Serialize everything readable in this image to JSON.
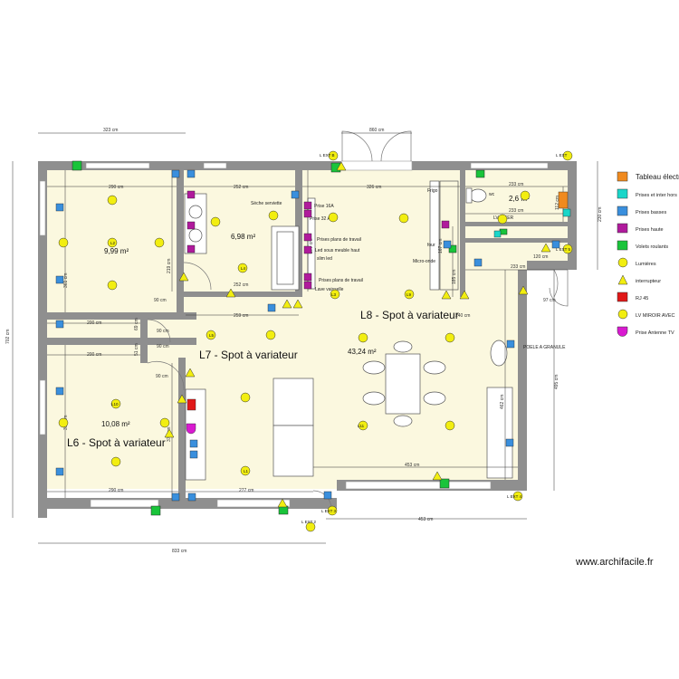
{
  "plan": {
    "dims": {
      "top_left": "323 cm",
      "top_door": "860 cm",
      "left_total": "702 cm",
      "right_total": "495 cm",
      "right_top": "230 cm",
      "bottom_total": "833 cm",
      "bottom_right": "453 cm",
      "r1": "290 cm",
      "r2": "252 cm",
      "r3": "326 cm",
      "r4": "233 cm",
      "r5": "233 cm",
      "r6": "233 cm",
      "r7": "120 cm",
      "r8": "97 cm",
      "h1": "361 cm",
      "h2": "219 cm",
      "h3": "277 cm",
      "h4": "354 cm",
      "h5": "373 cm",
      "h6": "185 cm",
      "h7": "462 cm",
      "h8": "112 cm",
      "h9": "167 cm",
      "w200a": "200 cm",
      "w200b": "200 cm",
      "w90a": "90 cm",
      "w90b": "90 cm",
      "w90c": "90 cm",
      "w90d": "90 cm",
      "w259": "259 cm",
      "w252b": "252 cm",
      "w290b": "290 cm",
      "w277": "277 cm",
      "w453i": "453 cm",
      "w69": "69 cm",
      "w51": "51 cm",
      "w240": "240 cm"
    },
    "rooms": {
      "l6": "L6 - Spot à variateur",
      "l7": "L7 - Spot à variateur",
      "l8": "L8 - Spot à variateur",
      "a1": "9,99 m²",
      "a2": "6,98 m²",
      "a3": "43,24 m²",
      "a4": "10,08 m²",
      "a5": "2,6 m²"
    },
    "labels": {
      "seche": "Sèche serviette",
      "prises_plan1": "Prises plans de travail",
      "prise32": "Prise 32 A",
      "prise16": "Prise 16A",
      "led": "Led sous meuble haut",
      "slim": "slim led",
      "prises_plan2": "Prises plans de travail",
      "lave": "Lave vaisselle",
      "frigo": "Frigo",
      "four": "four",
      "micro": "Micro-onde",
      "poele": "POELE A GRANULE",
      "lv_inter": "LV INTER",
      "wc": "wc"
    },
    "tags": {
      "l1": "L1",
      "l2": "L2",
      "l3": "L3",
      "l4": "L4",
      "l5": "L5",
      "l9": "L9",
      "l10": "L10",
      "l11": "L11",
      "lexb": "L EXT B",
      "lext": "L EXT",
      "lext2": "L EXT 2",
      "lext3": "L EXT 3",
      "lext4": "L EXT 4",
      "lext5": "L EXT 5"
    }
  },
  "legend": {
    "items": [
      {
        "label": "Tableau électrique",
        "color": "#f08a1e",
        "shape": "square"
      },
      {
        "label": "Prises et inter hors",
        "color": "#1ad6c9",
        "shape": "square"
      },
      {
        "label": "Prises basses",
        "color": "#3a8fdd",
        "shape": "square"
      },
      {
        "label": "Prises haute",
        "color": "#b01a9c",
        "shape": "square"
      },
      {
        "label": "Volets roulants",
        "color": "#19c43a",
        "shape": "square"
      },
      {
        "label": "Lumières",
        "color": "#f2ee10",
        "shape": "circle"
      },
      {
        "label": "interrupteur",
        "color": "#f2ee10",
        "shape": "triangle"
      },
      {
        "label": "RJ 45",
        "color": "#e01818",
        "shape": "square"
      },
      {
        "label": "LV MIROIR AVEC",
        "color": "#f2ee10",
        "shape": "circle"
      },
      {
        "label": "Prise Antenne TV",
        "color": "#d81ad0",
        "shape": "half"
      }
    ]
  },
  "watermark": "www.archifacile.fr",
  "colors": {
    "wall": "#8f8f8f",
    "floor": "#fbf8df",
    "light": "#f2ee10",
    "outlet": "#3a8fdd",
    "high": "#b01a9c",
    "shutter": "#19c43a",
    "panel": "#f08a1e",
    "rj45": "#e01818",
    "cyan": "#1ad6c9"
  }
}
